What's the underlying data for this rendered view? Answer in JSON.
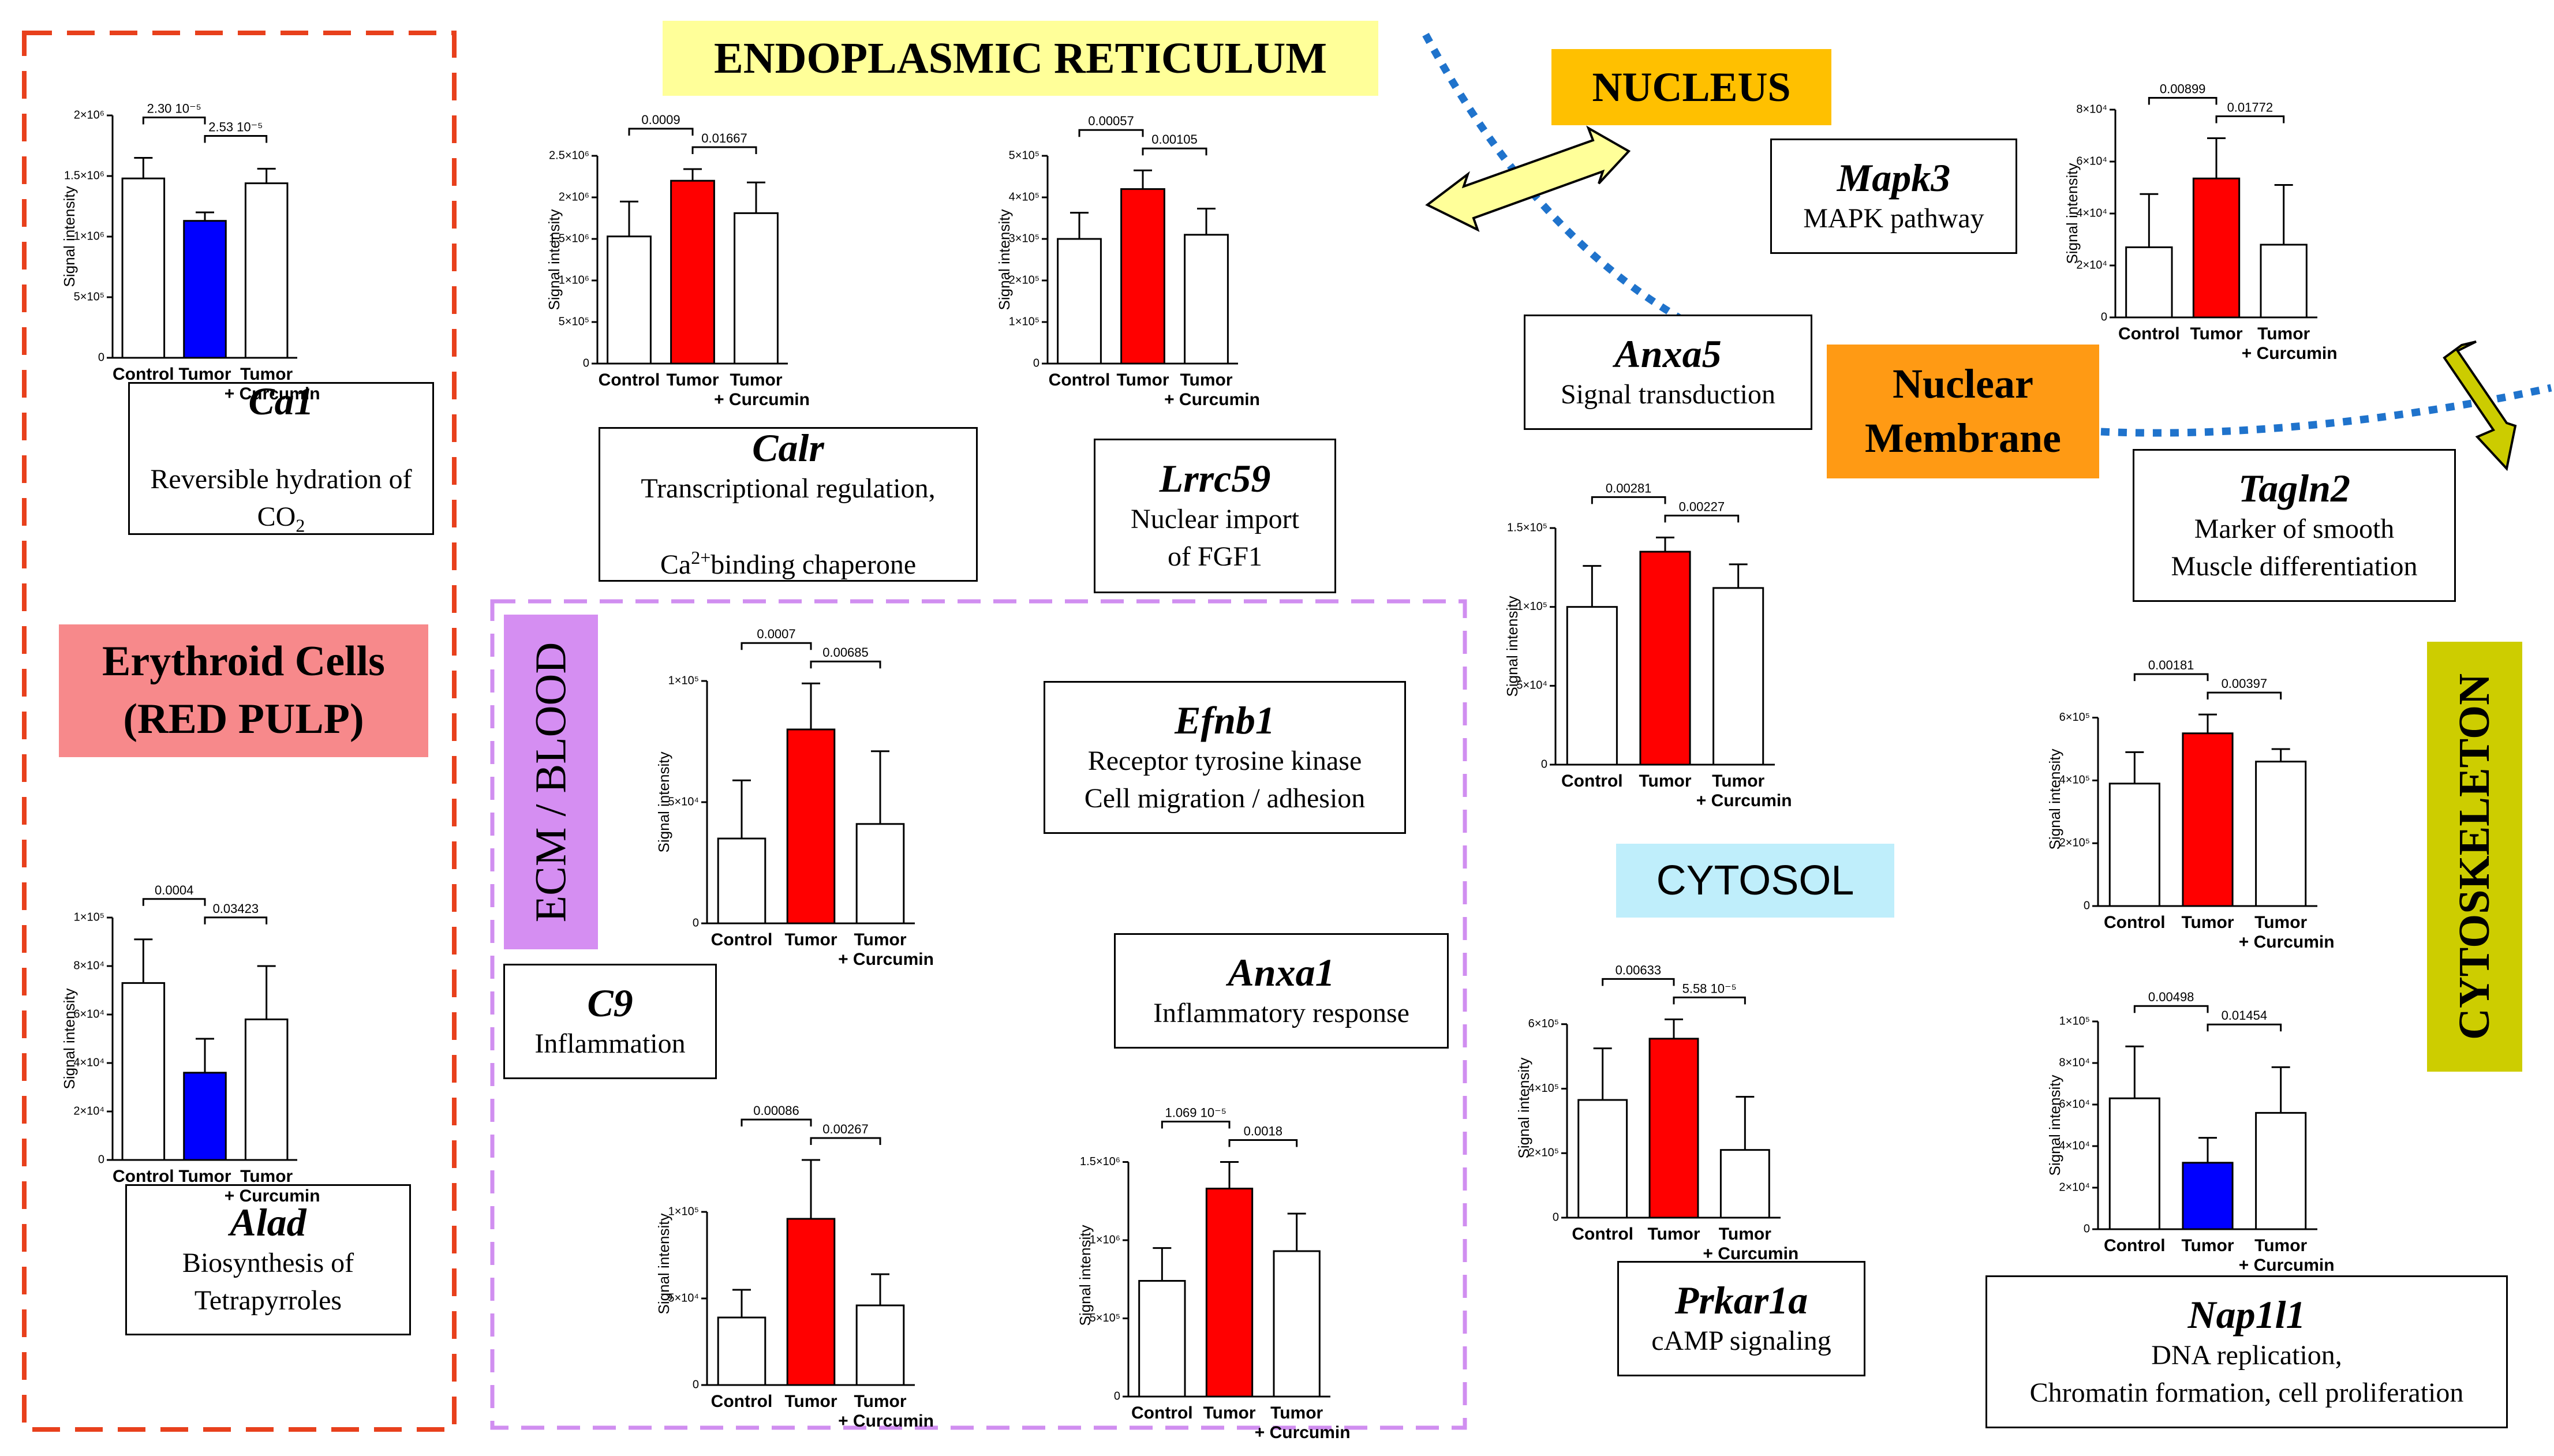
{
  "colors": {
    "control": "#ffffff",
    "tumor_red": "#ff0000",
    "tumor_blue": "#0000ff",
    "bar_stroke": "#000000",
    "erythroid_border": "#e8401c",
    "erythroid_fill": "#f7898b",
    "ecm_border": "#d08ef0",
    "ecm_fill": "#d58ef2",
    "er_fill": "#ffff99",
    "nucleus_fill": "#ffc000",
    "nuclear_membrane_fill": "#ff9a14",
    "cytosol_fill": "#bfeefb",
    "cytoskeleton_fill": "#cdcd00",
    "dotted_line": "#1f73cc",
    "arrow_fill": "#ffff99",
    "arrow2_fill": "#cccc00"
  },
  "compartments": {
    "er": "ENDOPLASMIC RETICULUM",
    "nucleus": "NUCLEUS",
    "nuclear_membrane": "Nuclear\nMembrane",
    "cytosol": "CYTOSOL",
    "cytoskeleton": "CYTOSKELETON",
    "ecm": "ECM / BLOOD",
    "erythroid": "Erythroid Cells\n(RED PULP)"
  },
  "genes": [
    {
      "id": "ca1",
      "name": "Ca1",
      "desc": "Reversible hydration of CO",
      "sub": "2"
    },
    {
      "id": "alad",
      "name": "Alad",
      "desc": "Biosynthesis of\nTetrapyrroles"
    },
    {
      "id": "calr",
      "name": "Calr",
      "desc": "Transcriptional regulation,",
      "desc2_pre": "Ca",
      "desc2_sup": "2+",
      "desc2_post": "binding chaperone"
    },
    {
      "id": "lrrc59",
      "name": "Lrrc59",
      "desc": "Nuclear import\nof FGF1"
    },
    {
      "id": "efnb1",
      "name": "Efnb1",
      "desc": "Receptor tyrosine kinase\nCell migration / adhesion"
    },
    {
      "id": "c9",
      "name": "C9",
      "desc": "Inflammation"
    },
    {
      "id": "anxa1",
      "name": "Anxa1",
      "desc": "Inflammatory response"
    },
    {
      "id": "mapk3",
      "name": "Mapk3",
      "desc": "MAPK pathway"
    },
    {
      "id": "anxa5",
      "name": "Anxa5",
      "desc": "Signal transduction"
    },
    {
      "id": "prkar1a",
      "name": "Prkar1a",
      "desc": "cAMP signaling"
    },
    {
      "id": "tagln2",
      "name": "Tagln2",
      "desc": "Marker of smooth\nMuscle differentiation"
    },
    {
      "id": "nap1l1",
      "name": "Nap1l1",
      "desc": "DNA replication,\nChromatin formation, cell proliferation"
    }
  ],
  "chart_data": [
    {
      "id": "ca1",
      "type": "bar",
      "ylabel": "Signal intensity",
      "categories": [
        "Control",
        "Tumor",
        "Tumor\n+ Curcumin"
      ],
      "values": [
        1480000.0,
        1130000.0,
        1440000.0
      ],
      "errors": [
        170000.0,
        70000.0,
        120000.0
      ],
      "ylim": [
        0,
        2000000.0
      ],
      "ticks": [
        0,
        500000.0,
        1000000.0,
        1500000.0,
        2000000.0
      ],
      "tick_labels": [
        "0",
        "5×10⁵",
        "1×10⁶",
        "1.5×10⁶",
        "2×10⁶"
      ],
      "tumor_color": "blue",
      "pvalues": [
        "2.30 10⁻⁵",
        "2.53 10⁻⁵"
      ]
    },
    {
      "id": "alad",
      "type": "bar",
      "ylabel": "Signal intensity",
      "categories": [
        "Control",
        "Tumor",
        "Tumor\n+ Curcumin"
      ],
      "values": [
        73000.0,
        36000.0,
        58000.0
      ],
      "errors": [
        18000.0,
        14000.0,
        22000.0
      ],
      "ylim": [
        0,
        100000.0
      ],
      "ticks": [
        0,
        20000.0,
        40000.0,
        60000.0,
        80000.0,
        100000.0
      ],
      "tick_labels": [
        "0",
        "2×10⁴",
        "4×10⁴",
        "6×10⁴",
        "8×10⁴",
        "1×10⁵"
      ],
      "tumor_color": "blue",
      "pvalues": [
        "0.0004",
        "0.03423"
      ]
    },
    {
      "id": "calr",
      "type": "bar",
      "ylabel": "Signal intensity",
      "categories": [
        "Control",
        "Tumor",
        "Tumor\n+ Curcumin"
      ],
      "values": [
        1530000.0,
        2200000.0,
        1810000.0
      ],
      "errors": [
        420000.0,
        140000.0,
        370000.0
      ],
      "ylim": [
        0,
        2500000.0
      ],
      "ticks": [
        0,
        500000.0,
        1000000.0,
        1500000.0,
        2000000.0,
        2500000.0
      ],
      "tick_labels": [
        "0",
        "5×10⁵",
        "1×10⁶",
        "1.5×10⁶",
        "2×10⁶",
        "2.5×10⁶"
      ],
      "tumor_color": "red",
      "pvalues": [
        "0.0009",
        "0.01667"
      ]
    },
    {
      "id": "lrrc59",
      "type": "bar",
      "ylabel": "Signal intensity",
      "categories": [
        "Control",
        "Tumor",
        "Tumor\n+ Curcumin"
      ],
      "values": [
        300000.0,
        420000.0,
        310000.0
      ],
      "errors": [
        63000.0,
        45000.0,
        63000.0
      ],
      "ylim": [
        0,
        500000.0
      ],
      "ticks": [
        0,
        100000.0,
        200000.0,
        300000.0,
        400000.0,
        500000.0
      ],
      "tick_labels": [
        "0",
        "1×10⁵",
        "2×10⁵",
        "3×10⁵",
        "4×10⁵",
        "5×10⁵"
      ],
      "tumor_color": "red",
      "pvalues": [
        "0.00057",
        "0.00105"
      ]
    },
    {
      "id": "efnb1",
      "type": "bar",
      "ylabel": "Signal intensity",
      "categories": [
        "Control",
        "Tumor",
        "Tumor\n+ Curcumin"
      ],
      "values": [
        35000.0,
        80000.0,
        41000.0
      ],
      "errors": [
        24000.0,
        19000.0,
        30000.0
      ],
      "ylim": [
        0,
        100000.0
      ],
      "ticks": [
        0,
        50000.0,
        100000.0
      ],
      "tick_labels": [
        "0",
        "5×10⁴",
        "1×10⁵"
      ],
      "tumor_color": "red",
      "pvalues": [
        "0.0007",
        "0.00685"
      ]
    },
    {
      "id": "c9",
      "type": "bar",
      "ylabel": "Signal intensity",
      "categories": [
        "Control",
        "Tumor",
        "Tumor\n+ Curcumin"
      ],
      "values": [
        39000.0,
        96000.0,
        46000.0
      ],
      "errors": [
        16000.0,
        34000.0,
        18000.0
      ],
      "ylim": [
        0,
        140000.0
      ],
      "ticks": [
        0,
        50000.0,
        100000.0
      ],
      "tick_labels": [
        "0",
        "5×10⁴",
        "1×10⁵"
      ],
      "tumor_color": "red",
      "pvalues": [
        "0.00086",
        "0.00267"
      ]
    },
    {
      "id": "anxa1",
      "type": "bar",
      "ylabel": "Signal intensity",
      "categories": [
        "Control",
        "Tumor",
        "Tumor\n+ Curcumin"
      ],
      "values": [
        740000.0,
        1330000.0,
        930000.0
      ],
      "errors": [
        210000.0,
        170000.0,
        240000.0
      ],
      "ylim": [
        0,
        1550000.0
      ],
      "ticks": [
        0,
        500000.0,
        1000000.0,
        1500000.0
      ],
      "tick_labels": [
        "0",
        "5×10⁵",
        "1×10⁶",
        "1.5×10⁶"
      ],
      "tumor_color": "red",
      "pvalues": [
        "1.069 10⁻⁵",
        "0.0018"
      ]
    },
    {
      "id": "mapk3",
      "type": "bar",
      "ylabel": "Signal intensity",
      "categories": [
        "Control",
        "Tumor",
        "Tumor\n+ Curcumin"
      ],
      "values": [
        27000.0,
        53500.0,
        28000.0
      ],
      "errors": [
        20500.0,
        15500.0,
        23000.0
      ],
      "ylim": [
        0,
        80000.0
      ],
      "ticks": [
        0,
        20000.0,
        40000.0,
        60000.0,
        80000.0
      ],
      "tick_labels": [
        "0",
        "2×10⁴",
        "4×10⁴",
        "6×10⁴",
        "8×10⁴"
      ],
      "tumor_color": "red",
      "pvalues": [
        "0.00899",
        "0.01772"
      ]
    },
    {
      "id": "anxa5",
      "type": "bar",
      "ylabel": "Signal intensity",
      "categories": [
        "Control",
        "Tumor",
        "Tumor\n+ Curcumin"
      ],
      "values": [
        100000.0,
        135000.0,
        112000.0
      ],
      "errors": [
        26000.0,
        9000.0,
        15000.0
      ],
      "ylim": [
        0,
        150000.0
      ],
      "ticks": [
        0,
        50000.0,
        100000.0,
        150000.0
      ],
      "tick_labels": [
        "0",
        "5×10⁴",
        "1×10⁵",
        "1.5×10⁵"
      ],
      "tumor_color": "red",
      "pvalues": [
        "0.00281",
        "0.00227"
      ]
    },
    {
      "id": "prkar1a",
      "type": "bar",
      "ylabel": "Signal intensity",
      "categories": [
        "Control",
        "Tumor",
        "Tumor\n+ Curcumin"
      ],
      "values": [
        365000.0,
        555000.0,
        210000.0
      ],
      "errors": [
        160000.0,
        60000.0,
        165000.0
      ],
      "ylim": [
        0,
        680000.0
      ],
      "ticks": [
        0,
        200000.0,
        400000.0,
        600000.0
      ],
      "tick_labels": [
        "0",
        "2×10⁵",
        "4×10⁵",
        "6×10⁵"
      ],
      "tumor_color": "red",
      "pvalues": [
        "0.00633",
        "5.58 10⁻⁵"
      ]
    },
    {
      "id": "tagln2",
      "type": "bar",
      "ylabel": "Signal intensity",
      "categories": [
        "Control",
        "Tumor",
        "Tumor\n+ Curcumin"
      ],
      "values": [
        390000.0,
        550000.0,
        460000.0
      ],
      "errors": [
        100000.0,
        60000.0,
        40000.0
      ],
      "ylim": [
        0,
        680000.0
      ],
      "ticks": [
        0,
        200000.0,
        400000.0,
        600000.0
      ],
      "tick_labels": [
        "0",
        "2×10⁵",
        "4×10⁵",
        "6×10⁵"
      ],
      "tumor_color": "red",
      "pvalues": [
        "0.00181",
        "0.00397"
      ]
    },
    {
      "id": "nap1l1",
      "type": "bar",
      "ylabel": "Signal intensity",
      "categories": [
        "Control",
        "Tumor",
        "Tumor\n+ Curcumin"
      ],
      "values": [
        63000.0,
        32000.0,
        56000.0
      ],
      "errors": [
        25000.0,
        12000.0,
        22000.0
      ],
      "ylim": [
        0,
        100000.0
      ],
      "ticks": [
        0,
        20000.0,
        40000.0,
        60000.0,
        80000.0,
        100000.0
      ],
      "tick_labels": [
        "0",
        "2×10⁴",
        "4×10⁴",
        "6×10⁴",
        "8×10⁴",
        "1×10⁵"
      ],
      "tumor_color": "blue",
      "pvalues": [
        "0.00498",
        "0.01454"
      ]
    }
  ]
}
